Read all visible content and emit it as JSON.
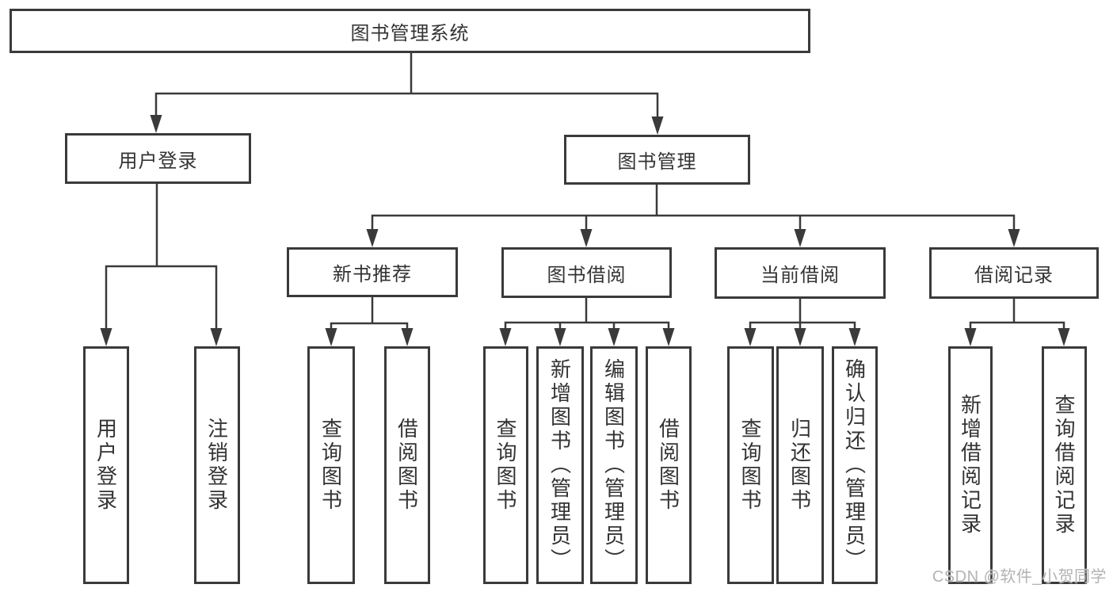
{
  "diagram": {
    "kind": "hierarchy-tree",
    "line_color": "#3a3a3a",
    "text_color": "#333333",
    "background_color": "#ffffff",
    "watermark_color": "#b3b3b3"
  },
  "tree": {
    "root": {
      "label": "图书管理系统",
      "children": [
        {
          "label": "用户登录",
          "children": [
            {
              "label": "用户登录"
            },
            {
              "label": "注销登录"
            }
          ]
        },
        {
          "label": "图书管理",
          "children": [
            {
              "label": "新书推荐",
              "children": [
                {
                  "label": "查询图书"
                },
                {
                  "label": "借阅图书"
                }
              ]
            },
            {
              "label": "图书借阅",
              "children": [
                {
                  "label": "查询图书"
                },
                {
                  "label": "新增图书（管理员）"
                },
                {
                  "label": "编辑图书（管理员）"
                },
                {
                  "label": "借阅图书"
                }
              ]
            },
            {
              "label": "当前借阅",
              "children": [
                {
                  "label": "查询图书"
                },
                {
                  "label": "归还图书"
                },
                {
                  "label": "确认归还（管理员）"
                }
              ]
            },
            {
              "label": "借阅记录",
              "children": [
                {
                  "label": "新增借阅记录"
                },
                {
                  "label": "查询借阅记录"
                }
              ]
            }
          ]
        }
      ]
    }
  },
  "watermark": {
    "text": "CSDN @软件_小贺同学"
  }
}
